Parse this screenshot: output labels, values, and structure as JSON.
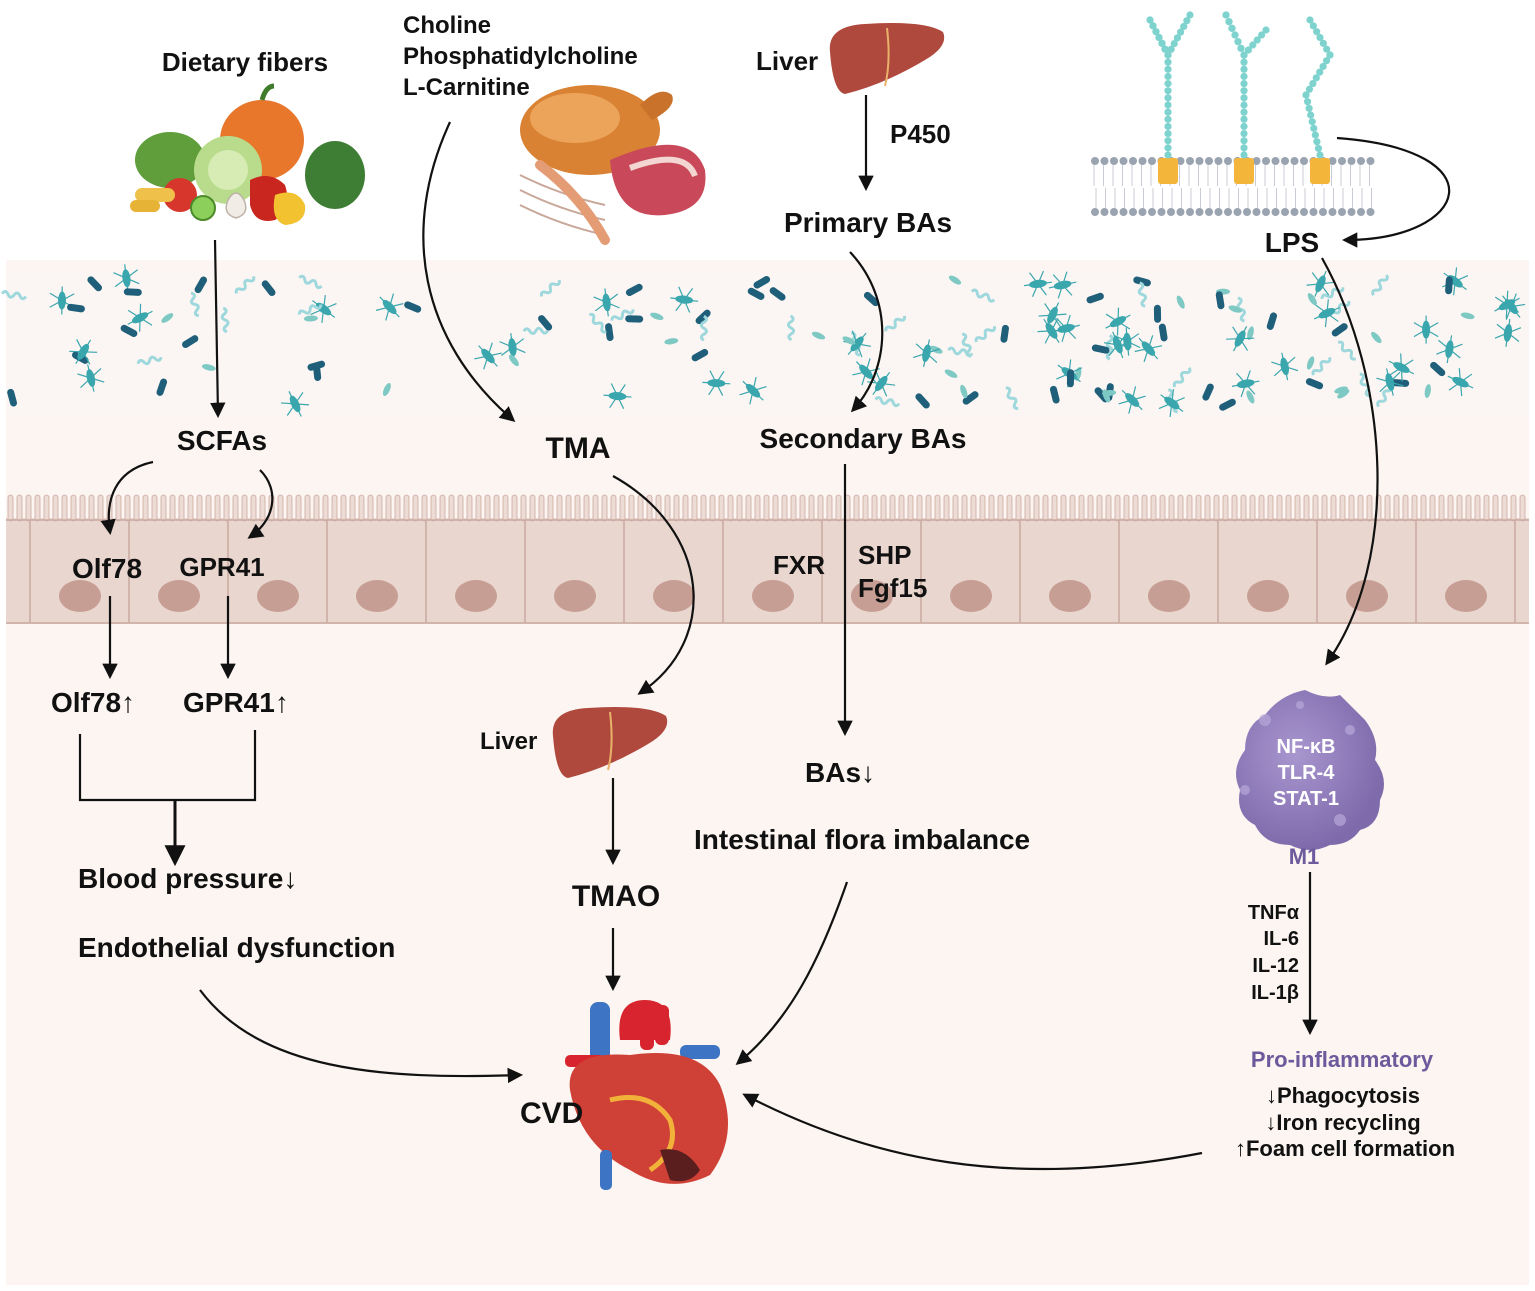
{
  "colors": {
    "background": "#fcf5f1",
    "epithelium": "#e9d6cf",
    "nucleus": "#c79e93",
    "bacteria_teal": "#3aa6ad",
    "bacteria_dark": "#1f5f7a",
    "bacteria_light": "#9fd8dc",
    "liver": "#b0493d",
    "macrophage": "#8e7ab8",
    "accent_purple": "#6b5a9c",
    "arrow": "#111111"
  },
  "icons": [
    "vegetables-icon",
    "meat-icon",
    "liver-icon",
    "lps-membrane-icon",
    "bacteria-icon",
    "macrophage-icon",
    "heart-icon"
  ],
  "labels": {
    "dietary_fibers": "Dietary fibers",
    "choline": "Choline",
    "phosphatidylcholine": "Phosphatidylcholine",
    "l_carnitine": "L-Carnitine",
    "liver_top": "Liver",
    "p450": "P450",
    "primary_bas": "Primary BAs",
    "lps": "LPS",
    "scfas": "SCFAs",
    "tma": "TMA",
    "secondary_bas": "Secondary BAs",
    "olf78": "Olf78",
    "gpr41": "GPR41",
    "fxr": "FXR",
    "shp": "SHP",
    "fgf15": "Fgf15",
    "olf78_up": "Olf78↑",
    "gpr41_up": "GPR41↑",
    "liver_mid": "Liver",
    "bas_down": "BAs↓",
    "nf_kb": "NF-κB",
    "tlr4": "TLR-4",
    "stat1": "STAT-1",
    "m1": "M1",
    "intestinal_flora": "Intestinal flora imbalance",
    "blood_pressure": "Blood pressure↓",
    "endothelial": "Endothelial dysfunction",
    "tmao": "TMAO",
    "tnfa": "TNFα",
    "il6": "IL-6",
    "il12": "IL-12",
    "il1b": "IL-1β",
    "pro_inflammatory": "Pro-inflammatory",
    "phagocytosis": "↓Phagocytosis",
    "iron": "↓Iron recycling",
    "foam": "↑Foam cell formation",
    "cvd": "CVD"
  }
}
